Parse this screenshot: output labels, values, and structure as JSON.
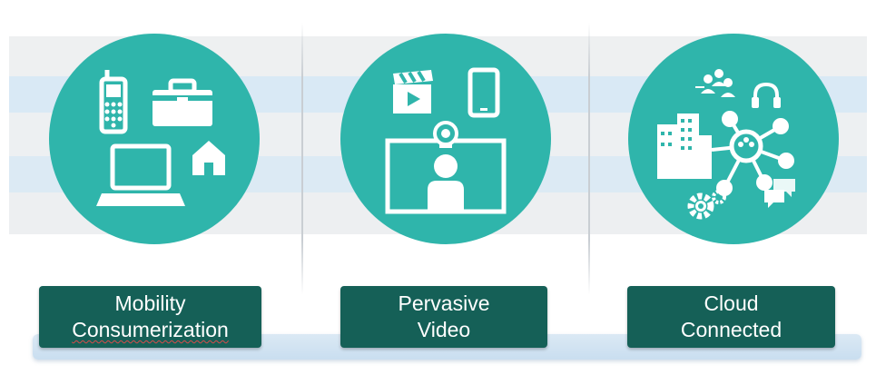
{
  "pillars": [
    {
      "line1": "Mobility",
      "line2": "Consumerization",
      "icons": [
        "mobile-phone-icon",
        "briefcase-icon",
        "laptop-icon",
        "home-icon"
      ]
    },
    {
      "line1": "Pervasive",
      "line2": "Video",
      "icons": [
        "clapperboard-icon",
        "smartphone-icon",
        "video-conference-icon",
        "webcam-icon"
      ]
    },
    {
      "line1": "Cloud",
      "line2": "Connected",
      "icons": [
        "users-icon",
        "headset-icon",
        "building-icon",
        "network-hub-icon",
        "gears-icon",
        "chat-icon"
      ]
    }
  ],
  "colors": {
    "circle": "#2fb5ab",
    "label_bg": "#156057",
    "icon": "#ffffff",
    "base_bar": "#d2e4f2"
  }
}
